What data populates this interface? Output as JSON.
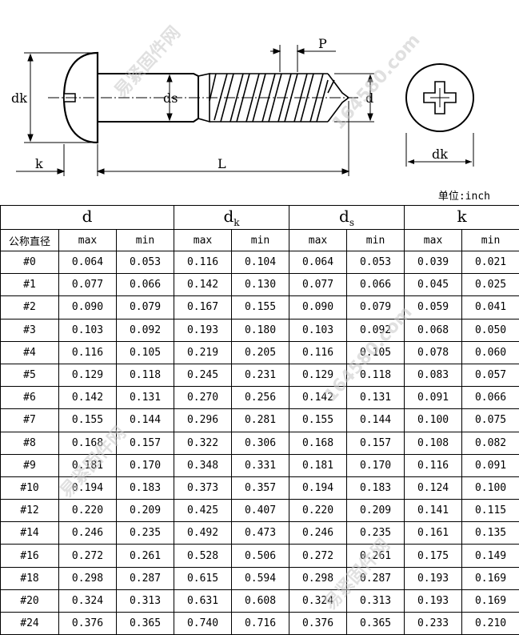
{
  "drawing": {
    "labels": {
      "dk_left": "dk",
      "ds": "ds",
      "d": "d",
      "p": "P",
      "k": "k",
      "l": "L",
      "dk_right": "dk"
    }
  },
  "unit": "单位:inch",
  "table": {
    "groups": [
      {
        "main": "d",
        "sub": ""
      },
      {
        "main": "d",
        "sub": "k"
      },
      {
        "main": "d",
        "sub": "s"
      },
      {
        "main": "k",
        "sub": ""
      }
    ],
    "row_label": "公称直径",
    "max": "max",
    "min": "min",
    "rows": [
      {
        "size": "#0",
        "v": [
          "0.064",
          "0.053",
          "0.116",
          "0.104",
          "0.064",
          "0.053",
          "0.039",
          "0.021"
        ]
      },
      {
        "size": "#1",
        "v": [
          "0.077",
          "0.066",
          "0.142",
          "0.130",
          "0.077",
          "0.066",
          "0.045",
          "0.025"
        ]
      },
      {
        "size": "#2",
        "v": [
          "0.090",
          "0.079",
          "0.167",
          "0.155",
          "0.090",
          "0.079",
          "0.059",
          "0.041"
        ]
      },
      {
        "size": "#3",
        "v": [
          "0.103",
          "0.092",
          "0.193",
          "0.180",
          "0.103",
          "0.092",
          "0.068",
          "0.050"
        ]
      },
      {
        "size": "#4",
        "v": [
          "0.116",
          "0.105",
          "0.219",
          "0.205",
          "0.116",
          "0.105",
          "0.078",
          "0.060"
        ]
      },
      {
        "size": "#5",
        "v": [
          "0.129",
          "0.118",
          "0.245",
          "0.231",
          "0.129",
          "0.118",
          "0.083",
          "0.057"
        ]
      },
      {
        "size": "#6",
        "v": [
          "0.142",
          "0.131",
          "0.270",
          "0.256",
          "0.142",
          "0.131",
          "0.091",
          "0.066"
        ]
      },
      {
        "size": "#7",
        "v": [
          "0.155",
          "0.144",
          "0.296",
          "0.281",
          "0.155",
          "0.144",
          "0.100",
          "0.075"
        ]
      },
      {
        "size": "#8",
        "v": [
          "0.168",
          "0.157",
          "0.322",
          "0.306",
          "0.168",
          "0.157",
          "0.108",
          "0.082"
        ]
      },
      {
        "size": "#9",
        "v": [
          "0.181",
          "0.170",
          "0.348",
          "0.331",
          "0.181",
          "0.170",
          "0.116",
          "0.091"
        ]
      },
      {
        "size": "#10",
        "v": [
          "0.194",
          "0.183",
          "0.373",
          "0.357",
          "0.194",
          "0.183",
          "0.124",
          "0.100"
        ]
      },
      {
        "size": "#12",
        "v": [
          "0.220",
          "0.209",
          "0.425",
          "0.407",
          "0.220",
          "0.209",
          "0.141",
          "0.115"
        ]
      },
      {
        "size": "#14",
        "v": [
          "0.246",
          "0.235",
          "0.492",
          "0.473",
          "0.246",
          "0.235",
          "0.161",
          "0.135"
        ]
      },
      {
        "size": "#16",
        "v": [
          "0.272",
          "0.261",
          "0.528",
          "0.506",
          "0.272",
          "0.261",
          "0.175",
          "0.149"
        ]
      },
      {
        "size": "#18",
        "v": [
          "0.298",
          "0.287",
          "0.615",
          "0.594",
          "0.298",
          "0.287",
          "0.193",
          "0.169"
        ]
      },
      {
        "size": "#20",
        "v": [
          "0.324",
          "0.313",
          "0.631",
          "0.608",
          "0.324",
          "0.313",
          "0.193",
          "0.169"
        ]
      },
      {
        "size": "#24",
        "v": [
          "0.376",
          "0.365",
          "0.740",
          "0.716",
          "0.376",
          "0.365",
          "0.233",
          "0.210"
        ]
      }
    ]
  },
  "watermarks": [
    "易紧固件网",
    "164580.com",
    "易紧固件网",
    "164580.com",
    "易紧固件网"
  ]
}
